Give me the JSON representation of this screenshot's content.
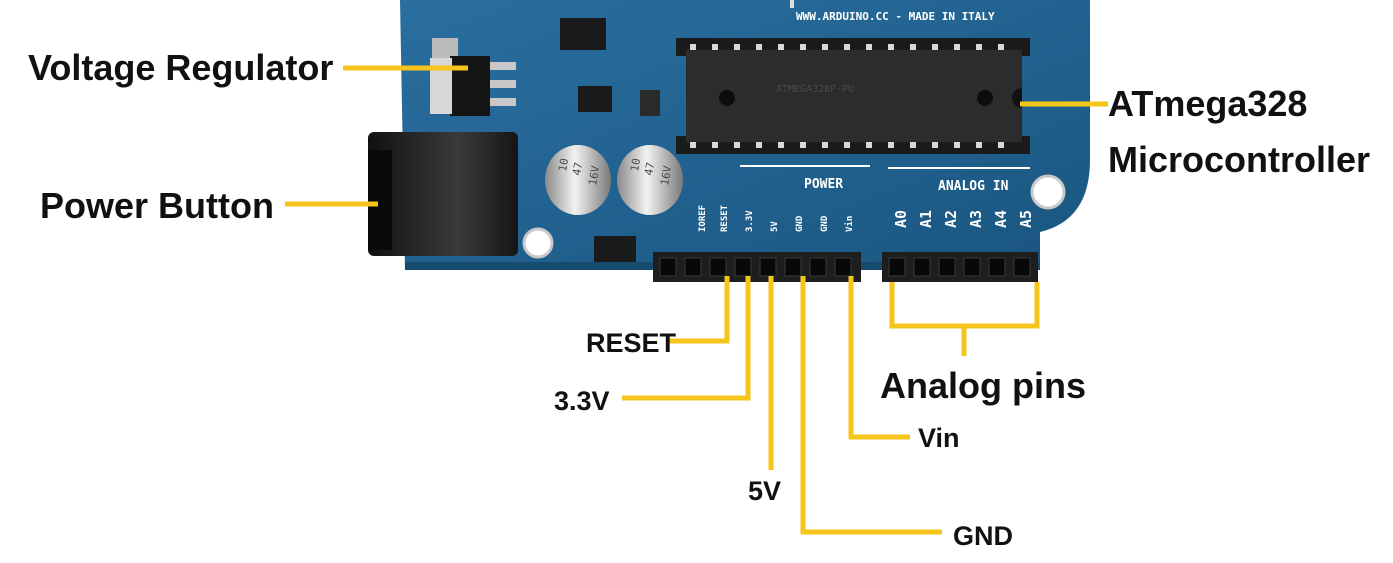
{
  "labels": {
    "voltage_regulator": "Voltage Regulator",
    "power_button": "Power Button",
    "atmega_line1": "ATmega328",
    "atmega_line2": "Microcontroller",
    "reset": "RESET",
    "v33": "3.3V",
    "v5": "5V",
    "gnd": "GND",
    "vin": "Vin",
    "analog_pins": "Analog pins"
  },
  "board": {
    "website_text": "WWW.ARDUINO.CC - MADE IN ITALY",
    "power_header": "POWER",
    "analog_header": "ANALOG IN",
    "power_pins": [
      "IOREF",
      "RESET",
      "3.3V",
      "5V",
      "GND",
      "GND",
      "Vin"
    ],
    "analog_pins": [
      "A0",
      "A1",
      "A2",
      "A3",
      "A4",
      "A5"
    ],
    "cap_text": [
      "10",
      "47",
      "16V"
    ],
    "chip_marking": "ATMEGA328P-PU"
  },
  "colors": {
    "board_blue": "#1e5f8c",
    "leader_yellow": "#f5c51b",
    "label_text": "#111111"
  }
}
